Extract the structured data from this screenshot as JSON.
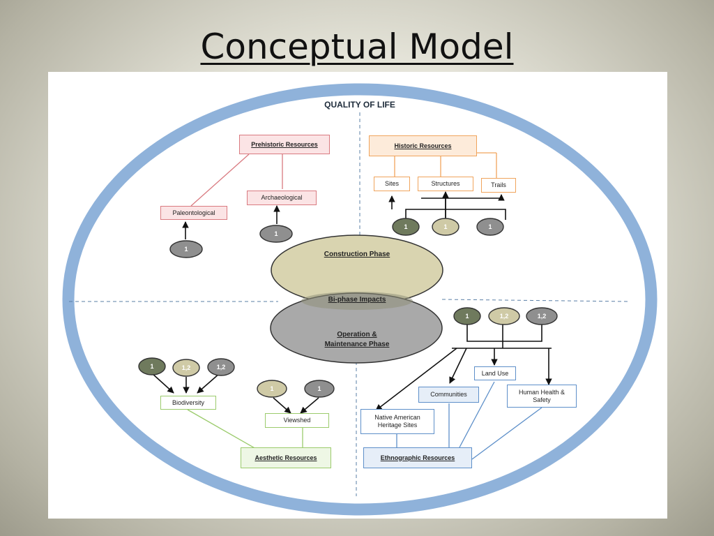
{
  "slide": {
    "title": "Conceptual Model"
  },
  "diagram": {
    "outer_label": "QUALITY OF LIFE",
    "center": {
      "construction": "Construction Phase",
      "biphase": "Bi-phase Impacts",
      "operation_line1": "Operation &",
      "operation_line2": "Maintenance Phase"
    },
    "prehistoric": {
      "title": "Prehistoric Resources",
      "paleontological": "Paleontological",
      "archaeological": "Archaeological",
      "markers": [
        "1",
        "1"
      ]
    },
    "historic": {
      "title": "Historic Resources",
      "sites": "Sites",
      "structures": "Structures",
      "trails": "Trails",
      "markers": [
        "1",
        "1",
        "1"
      ]
    },
    "aesthetic": {
      "title": "Aesthetic Resources",
      "biodiversity": "Biodiversity",
      "viewshed": "Viewshed",
      "biodiversity_markers": [
        "1",
        "1,2",
        "1,2"
      ],
      "viewshed_markers": [
        "1",
        "1"
      ]
    },
    "ethnographic": {
      "title": "Ethnographic Resources",
      "native_american_line1": "Native American",
      "native_american_line2": "Heritage Sites",
      "communities": "Communities",
      "land_use": "Land Use",
      "health_line1": "Human Health &",
      "health_line2": "Safety",
      "markers": [
        "1",
        "1,2",
        "1,2"
      ]
    },
    "colors": {
      "ring": "#8fb2da",
      "prehistoric": "#d97a80",
      "historic": "#f0a45c",
      "aesthetic": "#9bcb6c",
      "ethnographic": "#5d8fc9",
      "marker_dark": "#6f7a5d",
      "marker_tan": "#cfcaa6",
      "marker_gray": "#8f8f8f",
      "construction_fill": "#d9d4b0",
      "operation_fill": "#a9a9a9"
    }
  }
}
